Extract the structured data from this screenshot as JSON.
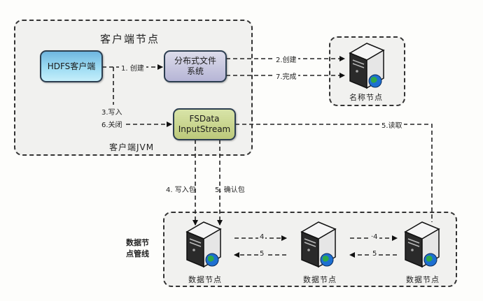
{
  "client_node": {
    "title": "客户端节点",
    "jvm_label": "客户端JVM",
    "hdfs_client": "HDFS客户端",
    "distributed_fs": [
      "分布式文件",
      "系统"
    ],
    "fsdata_stream": [
      "FSData",
      "InputStream"
    ]
  },
  "name_node": {
    "label": "名称节点"
  },
  "pipeline": {
    "label": [
      "数据节",
      "点管线"
    ],
    "data_nodes": [
      "数据节点",
      "数据节点",
      "数据节点"
    ]
  },
  "edges": {
    "create_1": "1. 创建",
    "create_2": "2.创建",
    "complete_7": "7.完成",
    "write_3": "3.写入",
    "close_6": "6.关闭",
    "read_5": "5.读取",
    "write_packet_4": "4. 写入包",
    "ack_packet_5": "5. 确认包",
    "fwd_4a": "4",
    "back_5a": "5",
    "fwd_4b": "·4",
    "back_5b": "5"
  },
  "colors": {
    "hdfs_box": "#9ddcf3",
    "dfs_box": "#b6b5d6",
    "fsdata_box": "#c8d48a",
    "group_bg": "#f1f1ef"
  }
}
